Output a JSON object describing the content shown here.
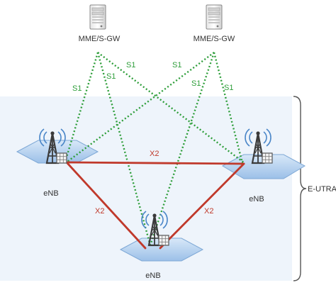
{
  "nodes": {
    "mme_left": {
      "label": "MME/S-GW",
      "icon": "server-icon"
    },
    "mme_right": {
      "label": "MME/S-GW",
      "icon": "server-icon"
    },
    "enb_left": {
      "label": "eNB",
      "icon": "cell-tower-icon"
    },
    "enb_right": {
      "label": "eNB",
      "icon": "cell-tower-icon"
    },
    "enb_bottom": {
      "label": "eNB",
      "icon": "cell-tower-icon"
    }
  },
  "links": {
    "s1_label": "S1",
    "x2_label": "X2"
  },
  "region": {
    "label": "E-UTRAN"
  },
  "colors": {
    "s1": "#2e9e3a",
    "x2": "#c0392b",
    "hexagon_fill": "#bcd6f2",
    "hexagon_edge": "#7ea8d6",
    "panel": "#eef4fb"
  }
}
